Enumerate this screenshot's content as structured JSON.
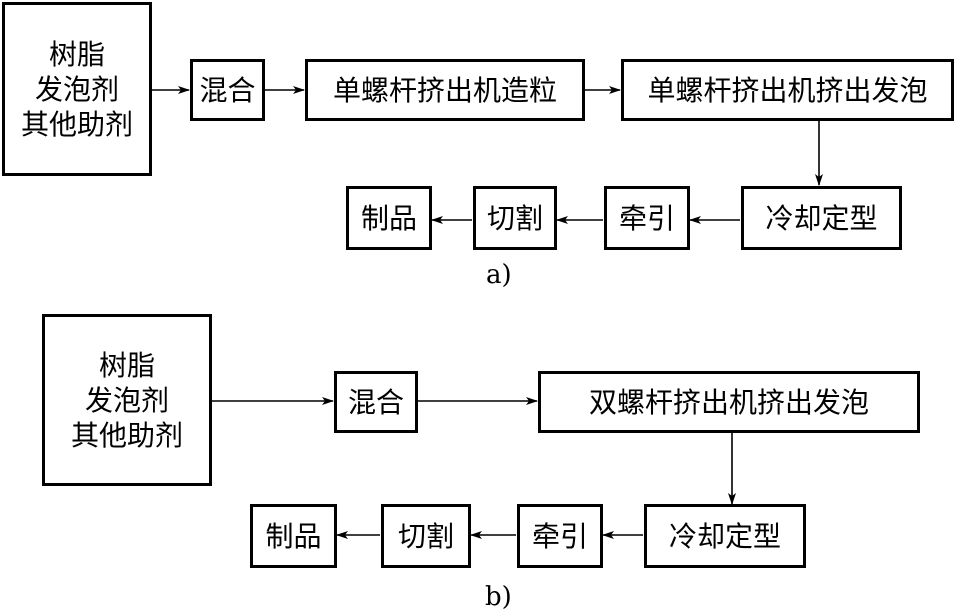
{
  "diagram_a": {
    "caption": "a)",
    "inputs": [
      "树脂",
      "发泡剂",
      "其他助剂"
    ],
    "mix": "混合",
    "step1": "单螺杆挤出机造粒",
    "step2": "单螺杆挤出机挤出发泡",
    "cool": "冷却定型",
    "pull": "牵引",
    "cut": "切割",
    "product": "制品"
  },
  "diagram_b": {
    "caption": "b)",
    "inputs": [
      "树脂",
      "发泡剂",
      "其他助剂"
    ],
    "mix": "混合",
    "extrude": "双螺杆挤出机挤出发泡",
    "cool": "冷却定型",
    "pull": "牵引",
    "cut": "切割",
    "product": "制品"
  }
}
